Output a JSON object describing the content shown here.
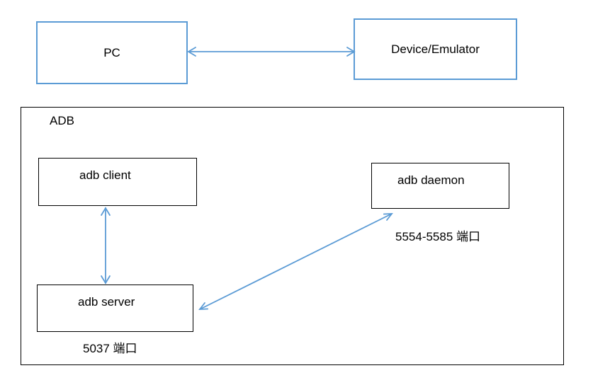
{
  "colors": {
    "top_box_border": "#5b9bd5",
    "arrow": "#5b9bd5",
    "adb_border": "#000000",
    "text": "#000000"
  },
  "top": {
    "pc_label": "PC",
    "device_label": "Device/Emulator"
  },
  "adb": {
    "title": "ADB",
    "client_label": "adb client",
    "server_label": "adb server",
    "daemon_label": "adb daemon",
    "server_port_note": "5037 端口",
    "daemon_port_note": "5554-5585 端口"
  }
}
